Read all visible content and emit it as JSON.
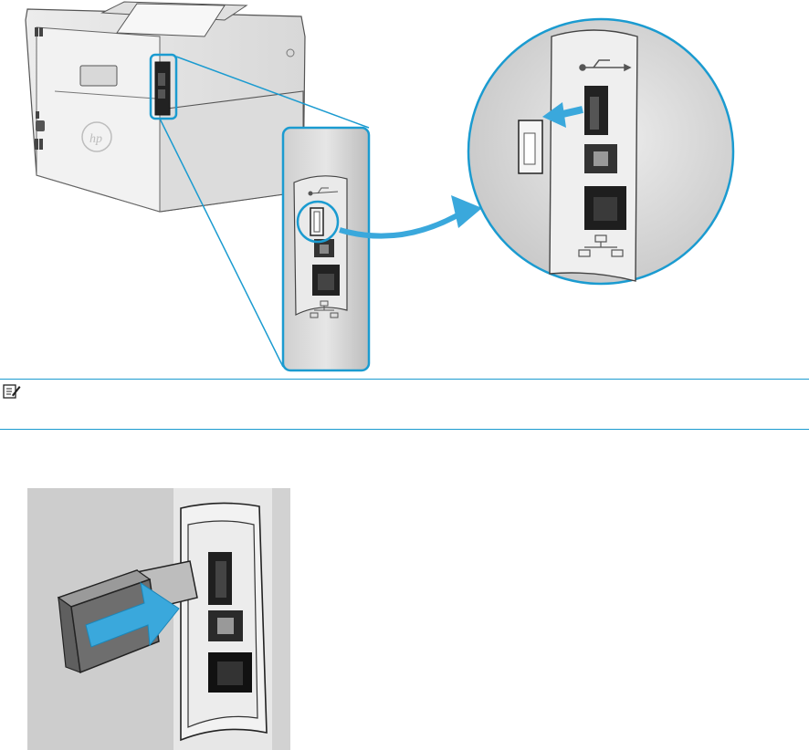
{
  "note": {
    "icon": "note-icon",
    "text": ""
  },
  "figure_top": {
    "icon": "printer-rear-usb-callout",
    "printer_logo": "hp",
    "port_symbols": [
      "usb-symbol-icon",
      "network-symbol-icon"
    ]
  },
  "figure_bottom": {
    "icon": "usb-flash-drive-insert"
  },
  "colors": {
    "accent": "#1b9bd0",
    "arrow": "#3aa8dc",
    "printer_body": "#e6e6e6",
    "panel": "#cfcfcf"
  }
}
